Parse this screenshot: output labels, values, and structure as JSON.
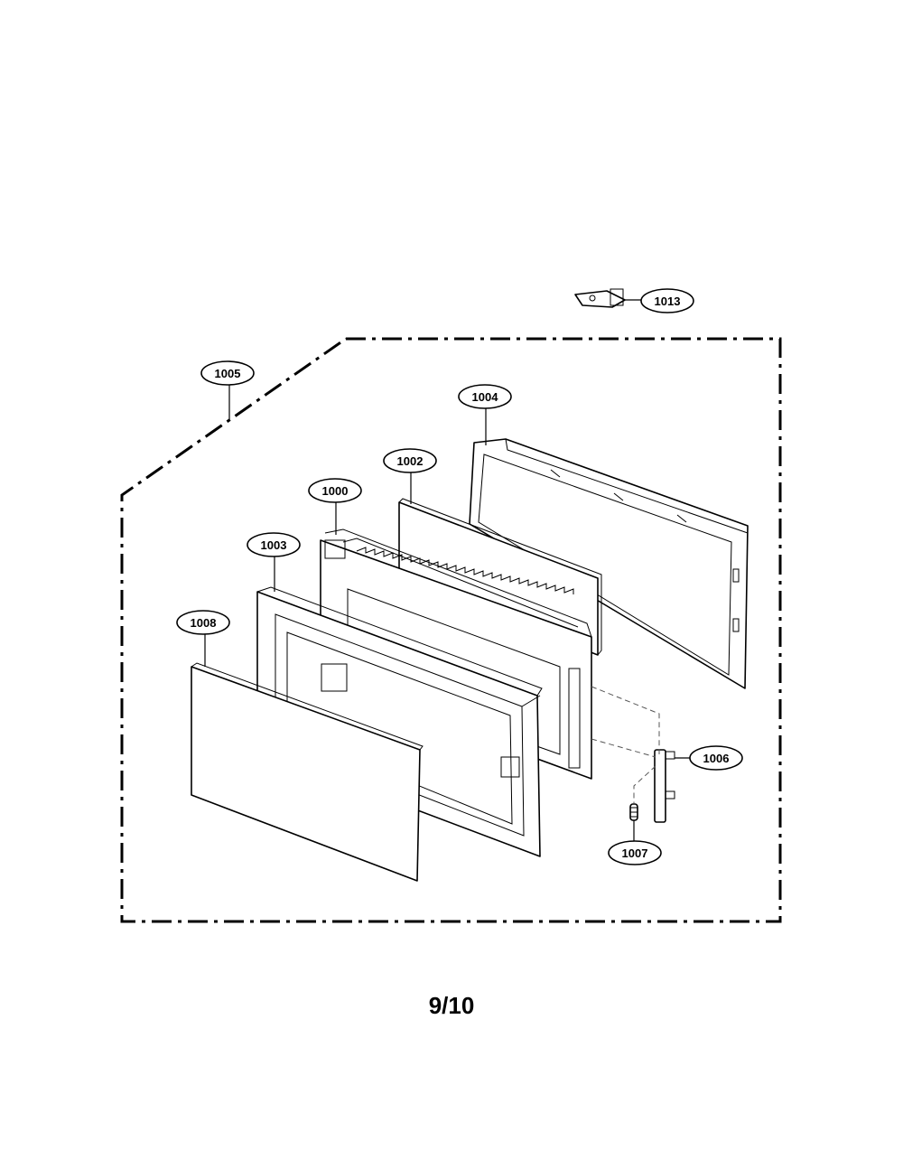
{
  "page_number": "9/10",
  "callouts": {
    "c1000": "1000",
    "c1002": "1002",
    "c1003": "1003",
    "c1004": "1004",
    "c1005": "1005",
    "c1006": "1006",
    "c1007": "1007",
    "c1008": "1008",
    "c1013": "1013"
  },
  "colors": {
    "line": "#000000",
    "background": "#ffffff"
  }
}
